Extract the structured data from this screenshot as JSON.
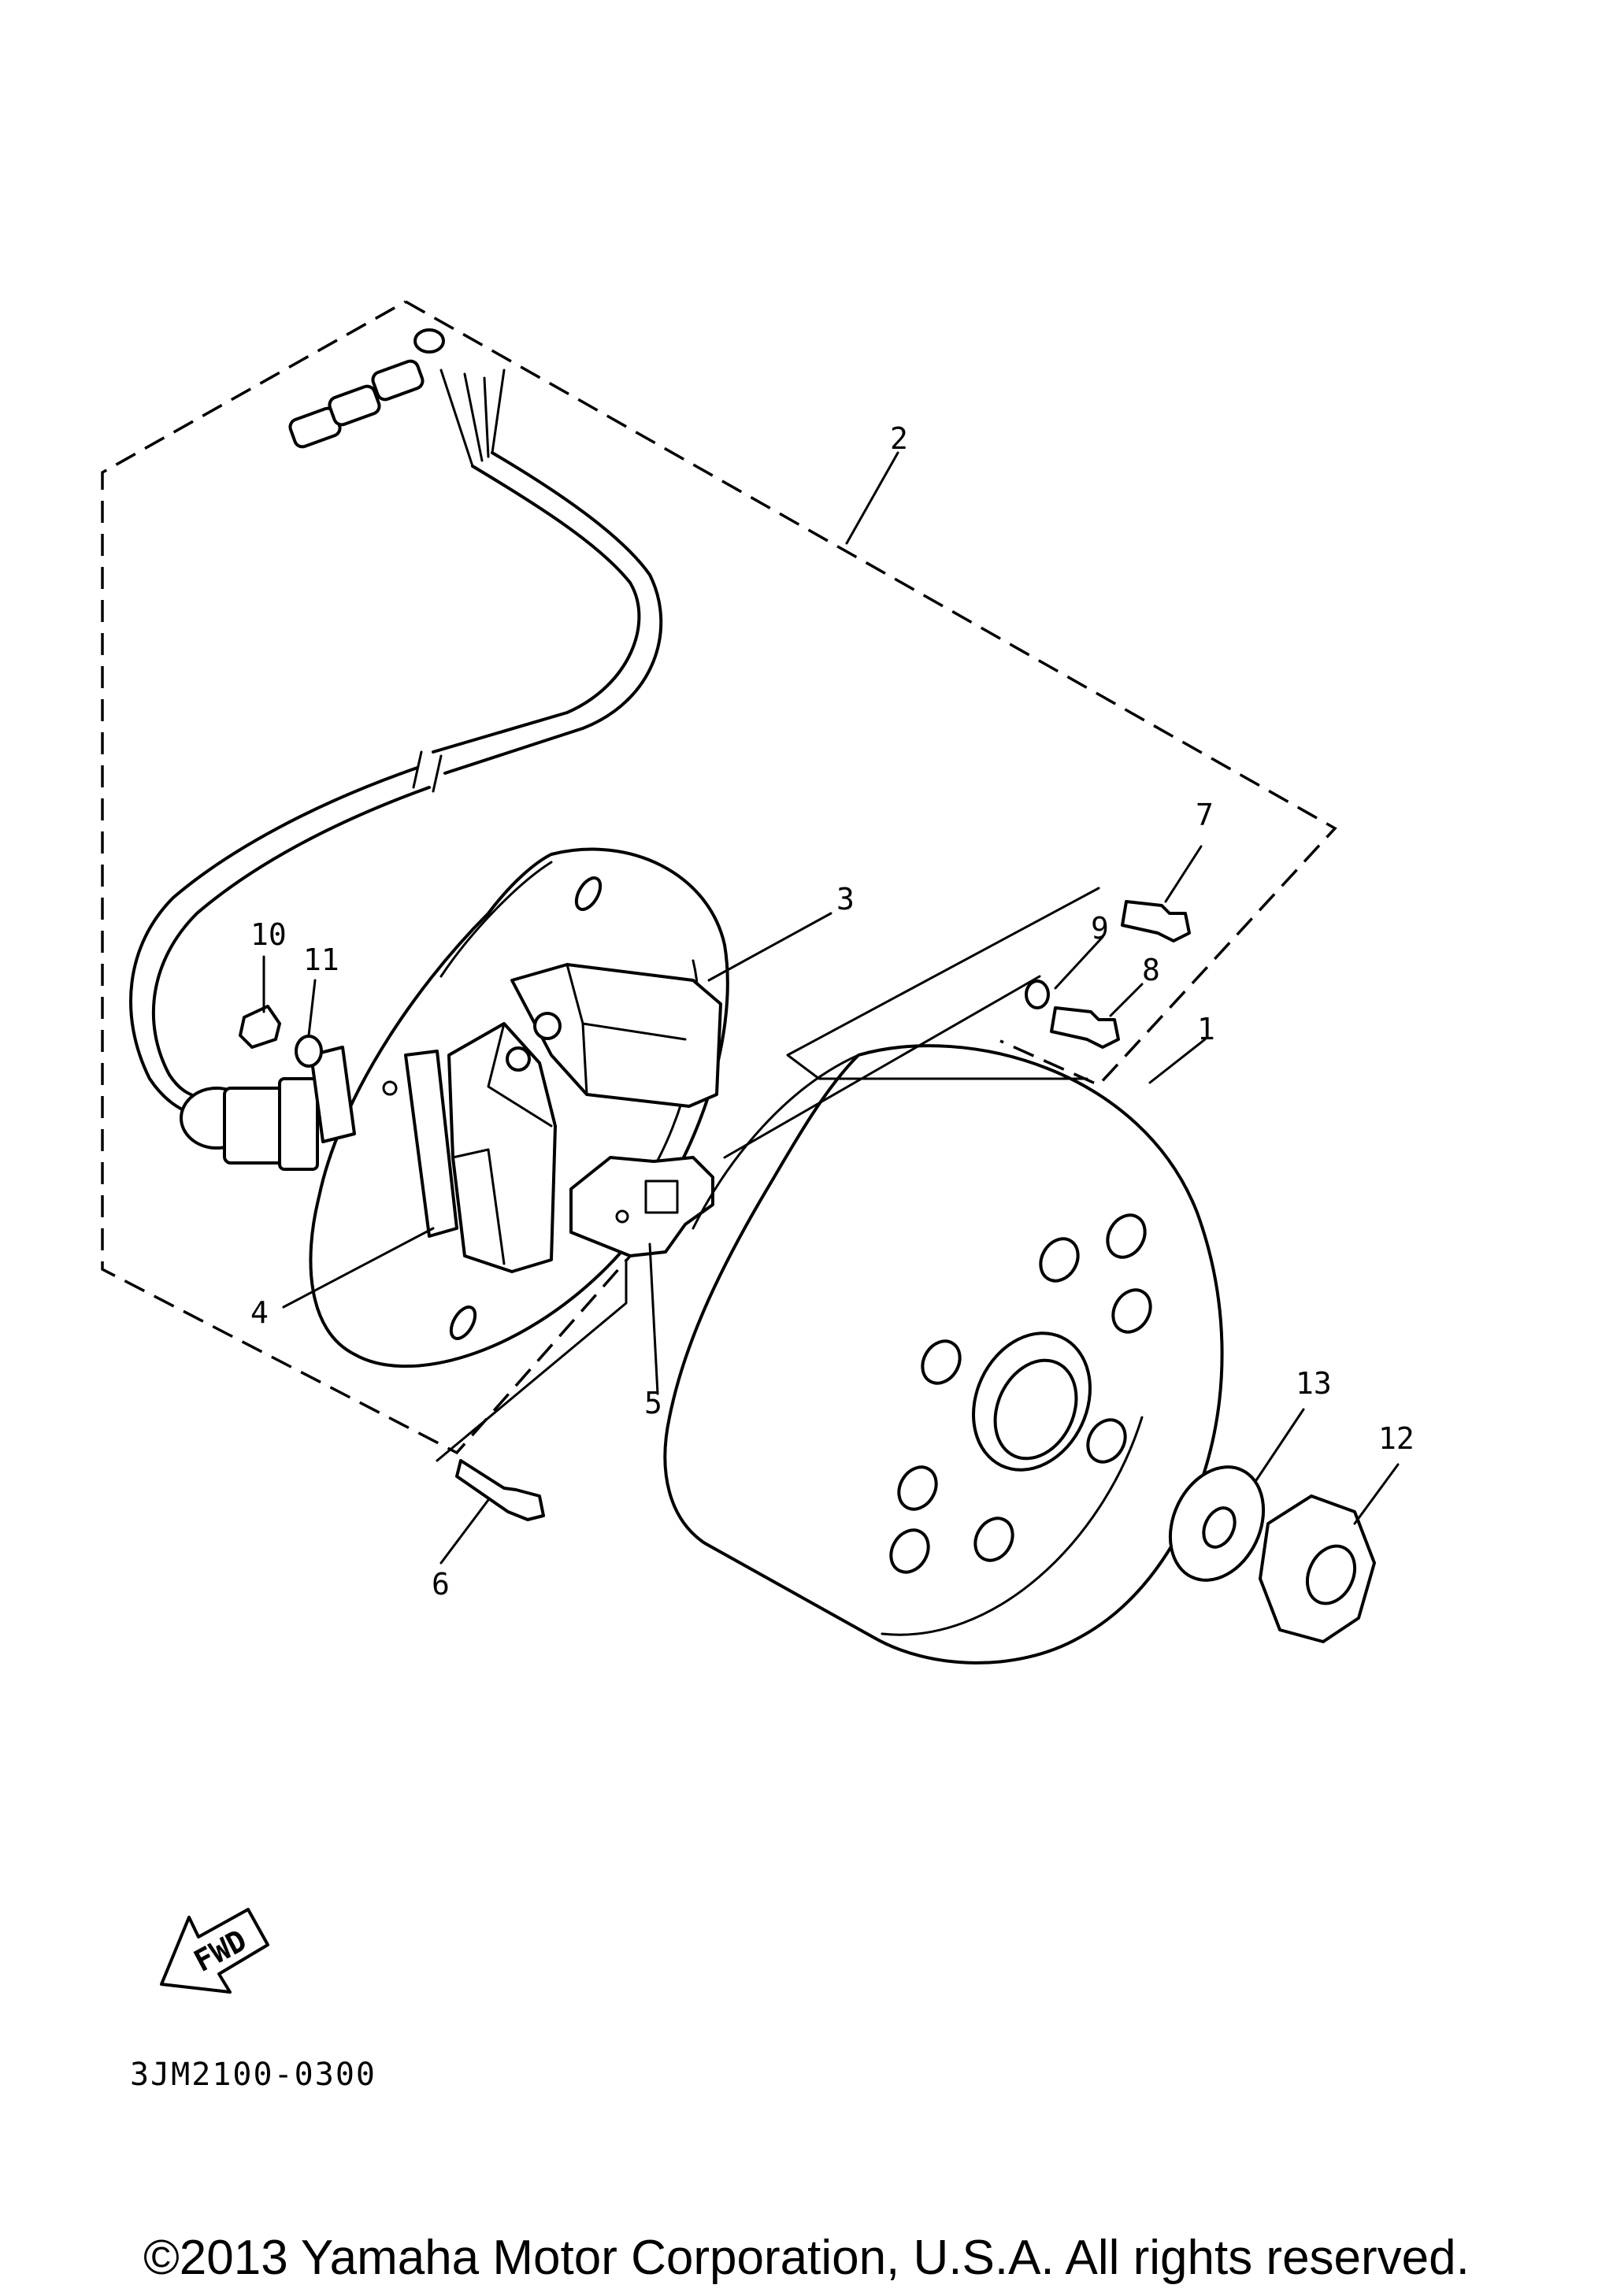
{
  "callouts": {
    "c1": "1",
    "c2": "2",
    "c3": "3",
    "c4": "4",
    "c5": "5",
    "c6": "6",
    "c7": "7",
    "c8": "8",
    "c9": "9",
    "c10": "10",
    "c11": "11",
    "c12": "12",
    "c13": "13"
  },
  "fwd_label": "FWD",
  "drawing_code": "3JM2100-0300",
  "copyright": "©2013 Yamaha Motor Corporation, U.S.A. All rights reserved."
}
